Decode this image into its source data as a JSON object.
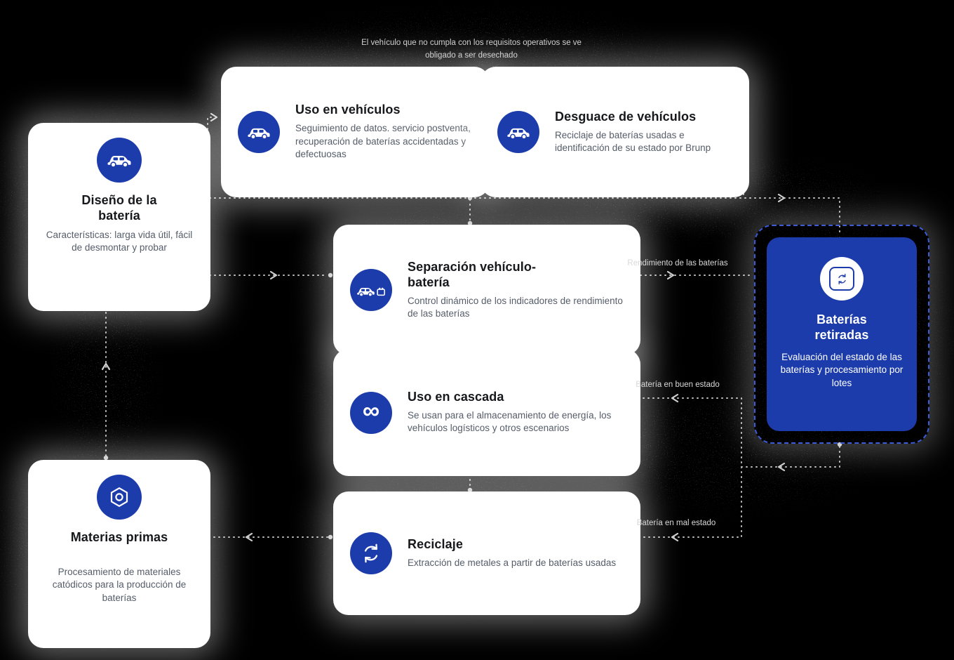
{
  "page": {
    "caption_line1": "El vehículo que no cumpla con los requisitos operativos se ve",
    "caption_line2": "obligado a ser desechado"
  },
  "colors": {
    "background": "#000000",
    "accent_blue": "#1c3cab",
    "card_background": "#ffffff",
    "dashed_border_blue": "#3b5bd7",
    "title_text": "#17181c",
    "body_text": "#555d69",
    "connector_gray": "#bdbdbd",
    "edge_label_gray": "#d8d8d8"
  },
  "icons": {
    "infinity_glyph": "∞"
  },
  "cards": {
    "diseno": {
      "title": "Diseño de la\nbatería",
      "body": "Características: larga vida útil, fácil de desmontar y probar",
      "icon": "car-icon"
    },
    "uso_vehiculos": {
      "title": "Uso en vehículos",
      "body": "Seguimiento de datos. servicio postventa, recuperación de baterías accidentadas y defectuosas",
      "icon": "car-icon"
    },
    "desguace": {
      "title": "Desguace de vehículos",
      "body": "Reciclaje de baterías usadas e identificación de su estado por Brunp",
      "icon": "car-icon"
    },
    "separacion": {
      "title": "Separación vehículo-\nbatería",
      "body": "Control dinámico de los indicadores de rendimiento de las baterías",
      "icon": "car-battery-icon"
    },
    "cascada": {
      "title": "Uso en cascada",
      "body": "Se usan para el almacenamiento de energía, los vehículos logísticos y otros escenarios",
      "icon": "infinity-icon"
    },
    "reciclaje": {
      "title": "Reciclaje",
      "body": "Extracción de metales a partir de baterías usadas",
      "icon": "recycle-icon"
    },
    "materias": {
      "title": "Materias primas",
      "body": "Procesamiento de materiales catódicos para la producción de baterías",
      "icon": "hexagon-nut-icon"
    },
    "retiradas": {
      "title": "Baterías\nretiradas",
      "body": "Evaluación del estado de las baterías y procesamiento por lotes",
      "icon": "battery-recycling-icon"
    }
  },
  "edge_labels": {
    "rendimiento": "Rendimiento de las baterías",
    "buen_estado": "Batería en buen estado",
    "mal_estado": "Batería en mal estado"
  }
}
